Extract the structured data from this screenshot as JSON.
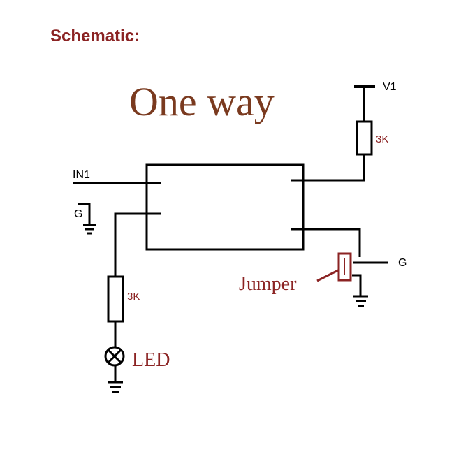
{
  "heading": "Schematic:",
  "title": "One way",
  "labels": {
    "v1": "V1",
    "in1": "IN1",
    "ground_left": "G",
    "ground_right": "G",
    "resistor_top": "3K",
    "resistor_bottom": "3K",
    "jumper": "Jumper",
    "led": "LED"
  },
  "colors": {
    "accent": "#8b2323",
    "title": "#7a3a1f",
    "line": "#000000"
  }
}
